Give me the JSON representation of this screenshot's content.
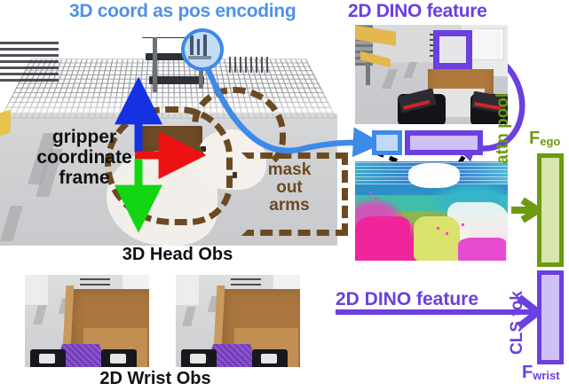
{
  "titles": {
    "pos_encoding": "3D coord as pos encoding",
    "dino_feature": "2D DINO feature",
    "dino_feature_bottom": "2D DINO feature"
  },
  "head_obs": {
    "coord_frame_label": "gripper\ncoordinate\nframe",
    "coord_frame_label_lines": [
      "gripper",
      "coordinate",
      "frame"
    ],
    "mask_label_lines": [
      "mask",
      "out",
      "arms"
    ],
    "caption": "3D Head Obs",
    "axes": [
      {
        "name": "z-axis-up",
        "color": "#1432e0",
        "direction": "up"
      },
      {
        "name": "x-axis-right",
        "color": "#ee1111",
        "direction": "right"
      },
      {
        "name": "y-axis-down",
        "color": "#12d612",
        "direction": "down"
      }
    ]
  },
  "wrist_obs": {
    "caption": "2D Wrist Obs",
    "views": [
      "left-wrist-camera",
      "right-wrist-camera"
    ]
  },
  "tokens": {
    "pos_token_name": "3d-coord-pos-encoding-token",
    "feature_token_name": "2d-dino-feature-token",
    "pos_token_color": "#3d8ae8",
    "feature_token_color": "#6b3fe0"
  },
  "pipeline": {
    "attn_pool_label": "attn pool",
    "cls_tok_label": "CLS tok",
    "ego_feature_label": "F",
    "ego_feature_sub": "ego",
    "wrist_feature_label": "F",
    "wrist_feature_sub": "wrist"
  },
  "colors": {
    "blue": "#3d8ae8",
    "purple": "#6b3fe0",
    "green": "#6d9a10",
    "brown": "#6b4a22",
    "axis_red": "#ee1111",
    "axis_green": "#12d612",
    "axis_blue": "#1432e0"
  }
}
